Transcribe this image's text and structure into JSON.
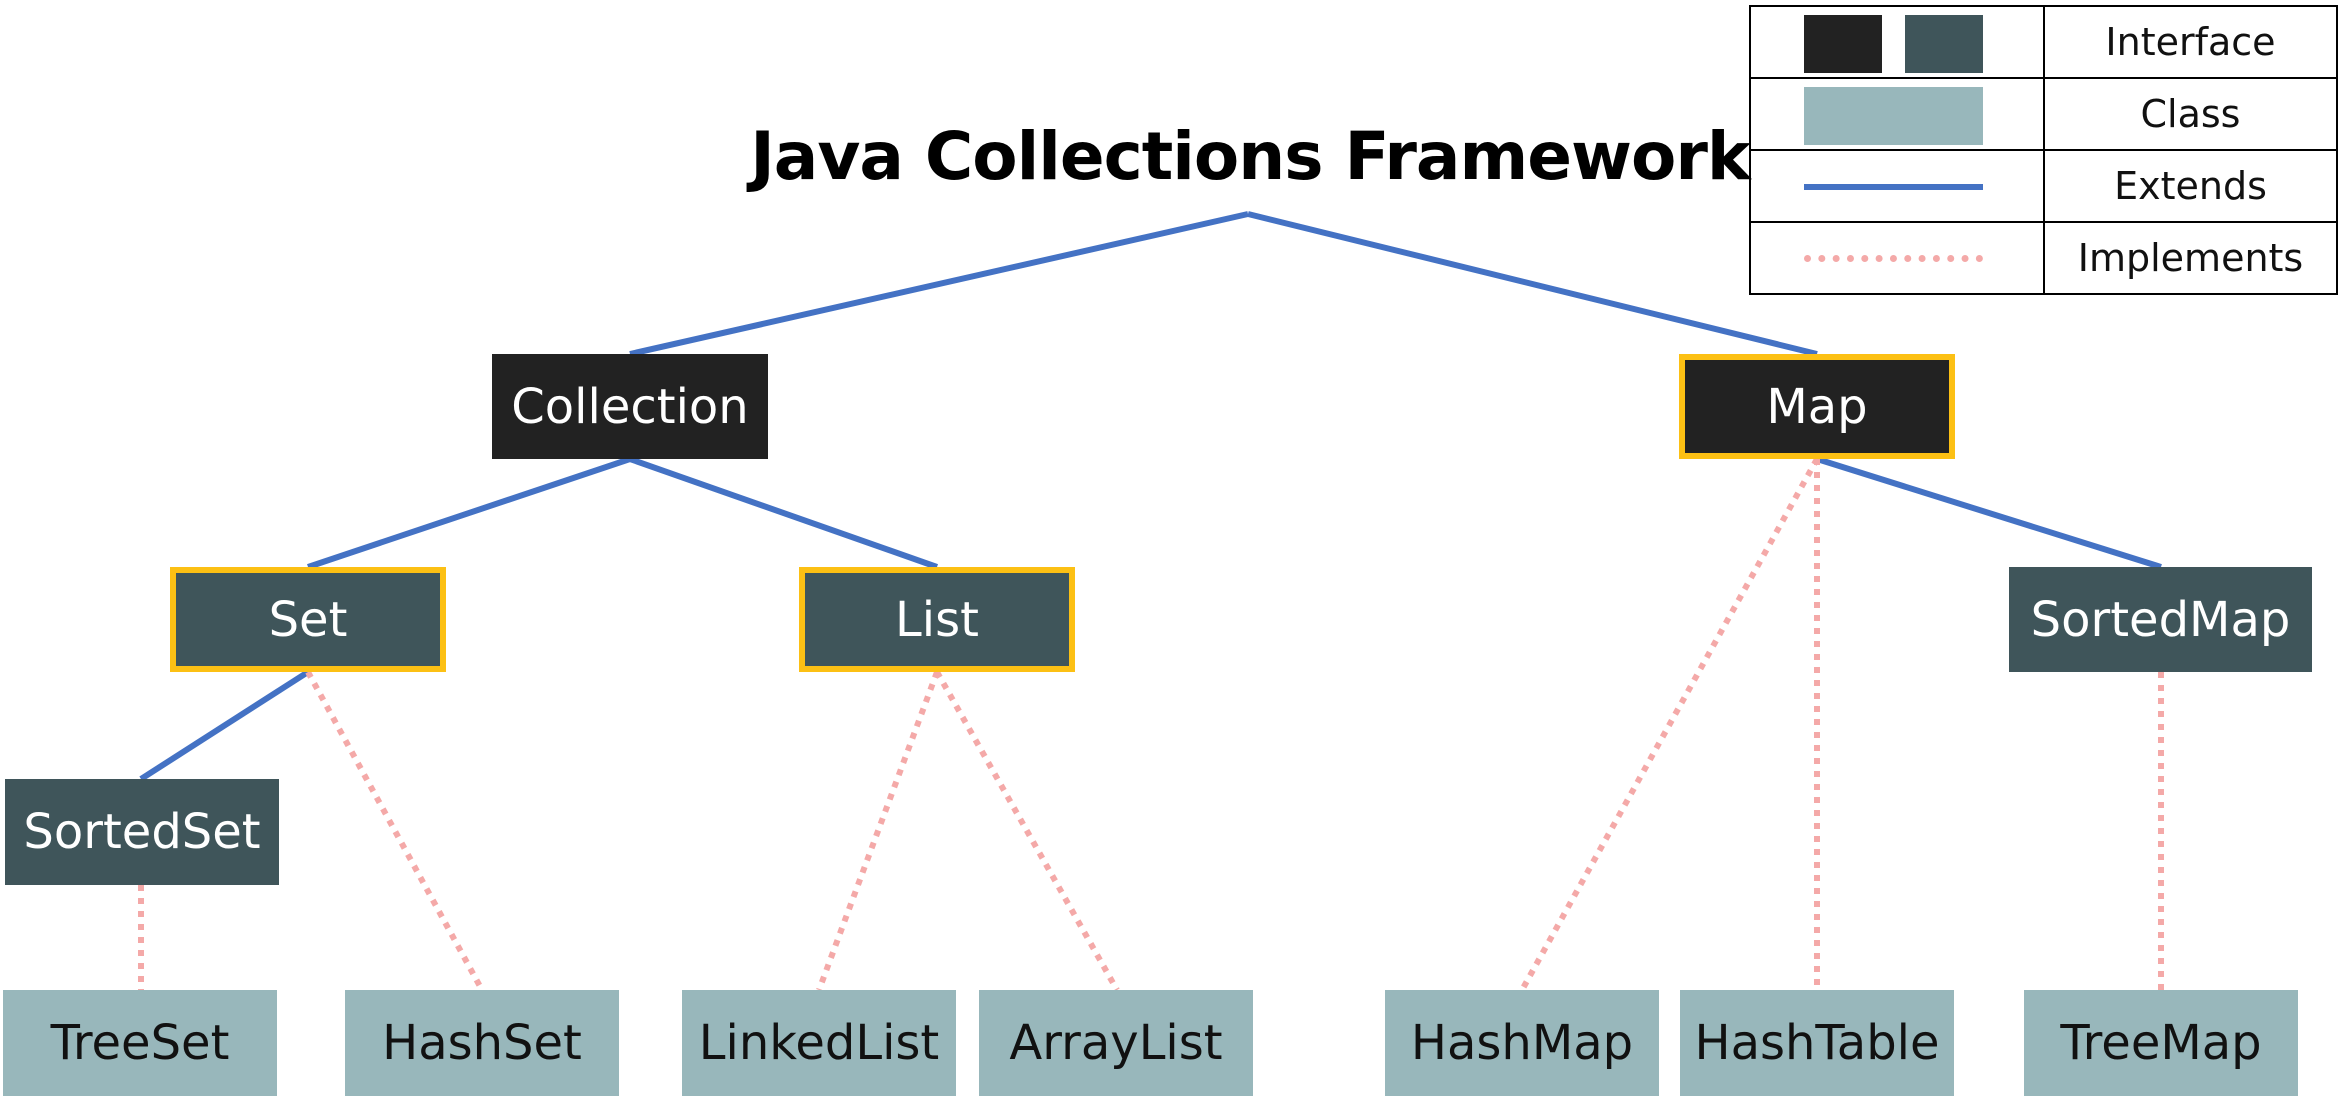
{
  "title": "Java Collections Framework",
  "colors": {
    "interface_black": "#222222",
    "interface_slate": "#3f555a",
    "class": "#98b7bb",
    "extends": "#4472c4",
    "implements": "#f4a9a8",
    "highlight": "#fcc014"
  },
  "legend": [
    {
      "label": "Interface",
      "symbol": "dark-swatches"
    },
    {
      "label": "Class",
      "symbol": "class-swatch"
    },
    {
      "label": "Extends",
      "symbol": "solid-blue-line"
    },
    {
      "label": "Implements",
      "symbol": "dotted-pink-line"
    }
  ],
  "nodes": {
    "collection": "Collection",
    "map": "Map",
    "set": "Set",
    "list": "List",
    "sortedmap": "SortedMap",
    "sortedset": "SortedSet",
    "treeset": "TreeSet",
    "hashset": "HashSet",
    "linkedlist": "LinkedList",
    "arraylist": "ArrayList",
    "hashmap": "HashMap",
    "hashtable": "HashTable",
    "treemap": "TreeMap"
  },
  "relations": [
    {
      "from": "Collection",
      "to": "root",
      "type": "extends"
    },
    {
      "from": "Map",
      "to": "root",
      "type": "extends"
    },
    {
      "from": "Set",
      "to": "Collection",
      "type": "extends"
    },
    {
      "from": "List",
      "to": "Collection",
      "type": "extends"
    },
    {
      "from": "SortedMap",
      "to": "Map",
      "type": "extends"
    },
    {
      "from": "SortedSet",
      "to": "Set",
      "type": "extends"
    },
    {
      "from": "TreeSet",
      "to": "SortedSet",
      "type": "implements"
    },
    {
      "from": "HashSet",
      "to": "Set",
      "type": "implements"
    },
    {
      "from": "LinkedList",
      "to": "List",
      "type": "implements"
    },
    {
      "from": "ArrayList",
      "to": "List",
      "type": "implements"
    },
    {
      "from": "HashMap",
      "to": "Map",
      "type": "implements"
    },
    {
      "from": "HashTable",
      "to": "Map",
      "type": "implements"
    },
    {
      "from": "TreeMap",
      "to": "SortedMap",
      "type": "implements"
    }
  ]
}
